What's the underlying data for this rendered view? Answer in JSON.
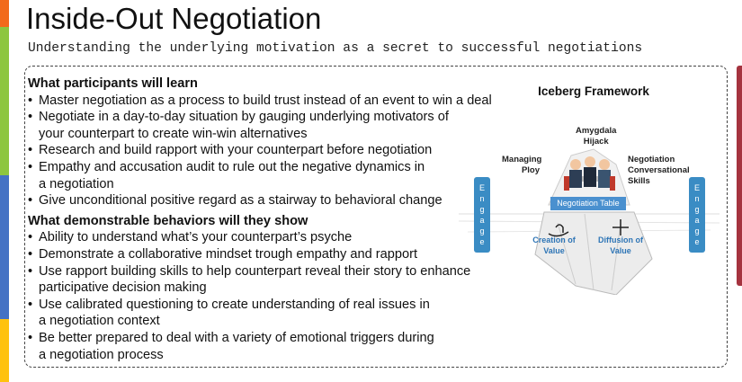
{
  "title": "Inside-Out Negotiation",
  "subtitle": "Understanding the underlying motivation as a secret to successful negotiations",
  "accent_colors": [
    "#f26a1b",
    "#8dc63f",
    "#4472c4",
    "#ffc20e"
  ],
  "learn": {
    "heading": "What participants will learn",
    "items": [
      [
        "Master negotiation as a process to build trust instead of an event to win a deal"
      ],
      [
        "Negotiate in a day-to-day situation by gauging underlying motivators of",
        "your counterpart   to create win-win alternatives"
      ],
      [
        "Research and build rapport with your counterpart before negotiation"
      ],
      [
        "Empathy and accusation audit to rule out the negative dynamics in",
        "a negotiation"
      ],
      [
        "Give unconditional positive regard as a stairway to behavioral change"
      ]
    ]
  },
  "behaviors": {
    "heading": "What demonstrable behaviors will they show",
    "items": [
      [
        "Ability to understand what’s your counterpart’s psyche"
      ],
      [
        "Demonstrate a collaborative mindset trough empathy and rapport"
      ],
      [
        "Use rapport building skills to help counterpart reveal their story to enhance",
        "participative decision making"
      ],
      [
        "Use calibrated questioning to create understanding of real issues in",
        "a negotiation context"
      ],
      [
        "Be better prepared to deal with a variety of emotional triggers during",
        "a negotiation process"
      ]
    ]
  },
  "diagram": {
    "title": "Iceberg Framework",
    "top_label": [
      "Amygdala",
      "Hijack"
    ],
    "left_label": [
      "Managing",
      "Ploy"
    ],
    "right_label": [
      "Negotiation",
      "Conversational",
      "Skills"
    ],
    "table_label": "Negotiation Table",
    "creation": [
      "Creation of",
      "Value"
    ],
    "diffusion": [
      "Diffusion of",
      "Value"
    ],
    "engage_letters": [
      "E",
      "n",
      "g",
      "a",
      "g",
      "e"
    ]
  }
}
